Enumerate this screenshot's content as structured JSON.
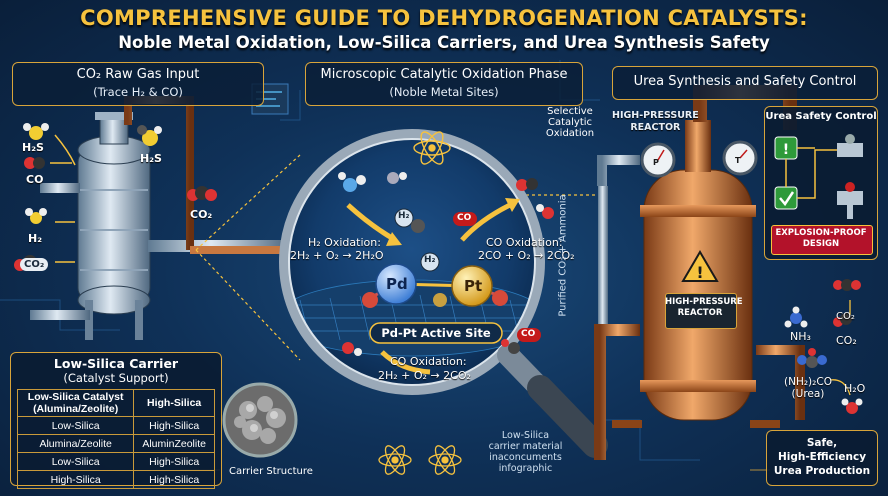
{
  "title": {
    "line1": "COMPREHENSIVE GUIDE TO DEHYDROGENATION CATALYSTS:",
    "line2": "Noble Metal Oxidation, Low-Silica Carriers, and Urea Synthesis Safety"
  },
  "sections": {
    "raw_gas": {
      "title": "CO₂ Raw Gas Input",
      "subtitle": "(Trace H₂ & CO)"
    },
    "micro": {
      "title": "Microscopic Catalytic Oxidation Phase",
      "subtitle": "(Noble Metal Sites)"
    },
    "urea": {
      "title": "Urea Synthesis and Safety Control"
    }
  },
  "raw_gas_labels": {
    "h2s_left": "H₂S",
    "co": "CO",
    "h2s_right": "H₂S",
    "co2_mid": "CO₂",
    "h2": "H₂",
    "co2_bottom": "CO₂"
  },
  "micro_labels": {
    "selective": "Selective\nCatalytic\nOxidation",
    "h2_molecule": "H₂",
    "co_molecule": "CO",
    "h2_oxidation_title": "H₂ Oxidation:",
    "h2_oxidation_eq": "2H₂ + O₂ → 2H₂O",
    "co_oxidation_title": "CO Oxidation:",
    "co_oxidation_eq": "2CO + O₂ → 2CO₂",
    "h2_top_pd": "H₂",
    "pd": "Pd",
    "pt": "Pt",
    "active_site": "Pd-Pt Active Site",
    "co_bottom": "CO",
    "co_oxidation2_title": "CO Oxidation:",
    "co_oxidation2_eq": "2H₂ + O₂ → 2CO₂",
    "purified": "Purified CO₂ + Ammonia",
    "infographic": "Low-Silica\ncarrier material\ninaconcuments\ninfographic"
  },
  "carrier": {
    "title": "Low-Silica Carrier",
    "subtitle": "(Catalyst Support)",
    "headers": [
      "Low-Silica Catalyst\n(Alumina/Zeolite)",
      "High-Silica"
    ],
    "rows": [
      [
        "Low-Silica",
        "High-Silica"
      ],
      [
        "Alumina/Zeolite",
        "AluminZeolite"
      ],
      [
        "Low-Silica",
        "High-Silica"
      ],
      [
        "High-Silica",
        "High-Silica"
      ]
    ],
    "structure_label": "Carrier Structure"
  },
  "urea_labels": {
    "hp_reactor_top": "HIGH-PRESSURE\nREACTOR",
    "gauge_left": "P",
    "gauge_right": "T",
    "hp_reactor_plate": "HIGH-PRESSURE\nREACTOR",
    "safety_control": "Urea Safety Control",
    "explosion": "EXPLOSION-PROOF\nDESIGN",
    "nh3": "NH₃",
    "co2_a": "CO₂",
    "co2_b": "CO₂",
    "urea": "(NH₂)₂CO\n(Urea)",
    "h2o": "H₂O",
    "safe": "Safe,\nHigh-Efficiency\nUrea Production"
  },
  "colors": {
    "gold": "#f6c23e",
    "copper": "#c87840",
    "steel": "#b8c8d8",
    "pd": "#7fb3ff",
    "pt": "#f2c44a",
    "red_plate": "#b3122a"
  }
}
